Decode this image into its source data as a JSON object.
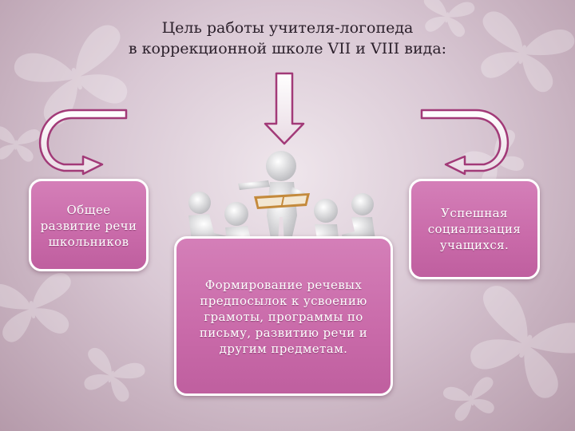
{
  "title": {
    "line1": "Цель работы учителя-логопеда",
    "line2": "в коррекционной школе VII и VIII вида:"
  },
  "boxes": {
    "left": {
      "line1": "Общее",
      "line2": "развитие речи",
      "line3": "школьников"
    },
    "right": {
      "line1": "Успешная",
      "line2": "социализация",
      "line3": "учащихся."
    },
    "center": {
      "line1": "Формирование речевых",
      "line2": "предпосылок к усвоению",
      "line3": "грамоты, программы по",
      "line4": "письму, развитию речи и",
      "line5": "другим предметам."
    }
  },
  "icons": {
    "background": "butterfly-icon",
    "down_arrow": "down-arrow-icon",
    "curved_arrows": "curved-arrow-icon",
    "figures": "reading-figures-illustration"
  },
  "colors": {
    "box_fill": "#c96aa9",
    "box_border": "#ffffff",
    "title_text": "#2a1f2a",
    "arrow_outline": "#a23a78"
  }
}
